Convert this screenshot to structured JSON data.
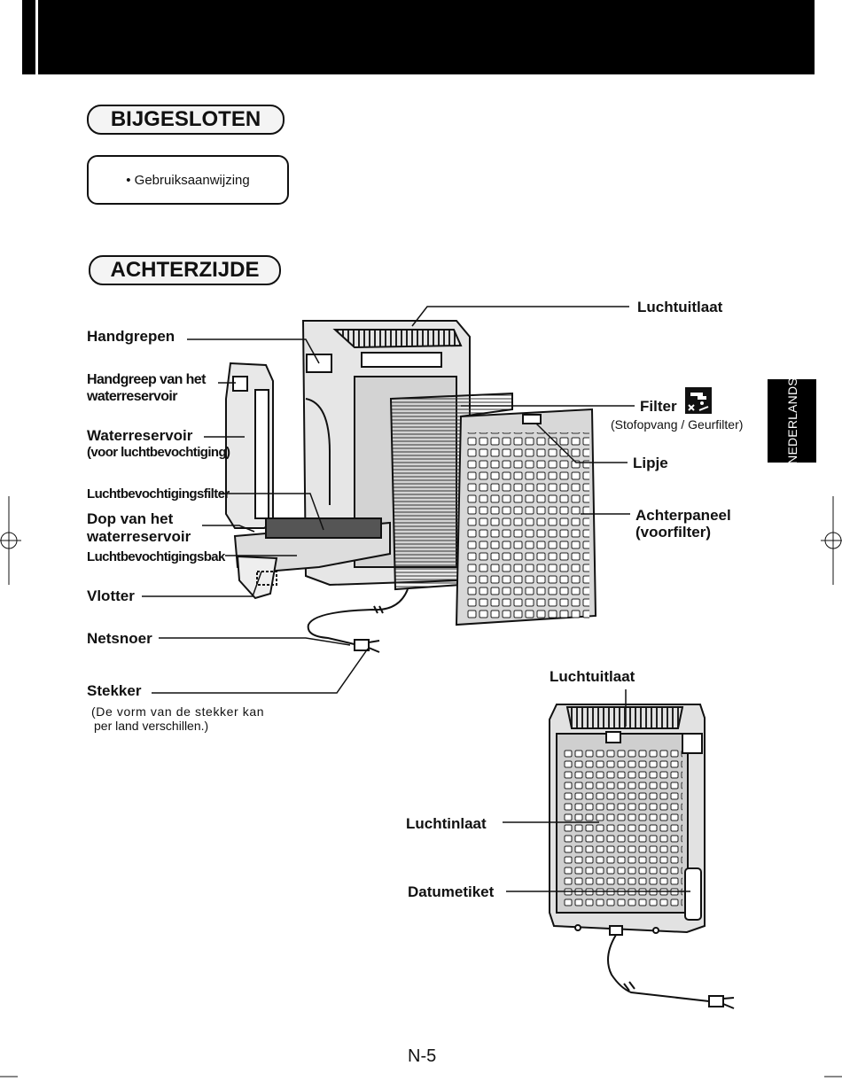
{
  "tab_label": "NEDERLANDS",
  "section_included": {
    "title": "BIJGESLOTEN",
    "items": [
      "• Gebruiksaanwijzing"
    ]
  },
  "section_back": {
    "title": "ACHTERZIJDE",
    "labels": {
      "handgrepen": "Handgrepen",
      "handgreep_reservoir_1": "Handgreep van het",
      "handgreep_reservoir_2": "waterreservoir",
      "waterreservoir": "Waterreservoir",
      "waterreservoir_note": "(voor luchtbevochtiging)",
      "bevochtigingsfilter": "Luchtbevochtigingsfilter",
      "dop_1": "Dop van het",
      "dop_2": "waterreservoir",
      "bevochtigingsbak": "Luchtbevochtigingsbak",
      "vlotter": "Vlotter",
      "netsnoer": "Netsnoer",
      "stekker": "Stekker",
      "stekker_note_1": "(De vorm van de stekker kan",
      "stekker_note_2": "per land verschillen.)",
      "luchtuitlaat_top": "Luchtuitlaat",
      "filter": "Filter",
      "filter_note": "(Stofopvang / Geurfilter)",
      "lipje": "Lipje",
      "achterpaneel_1": "Achterpaneel",
      "achterpaneel_2": "(voorfilter)",
      "luchtuitlaat_bottom": "Luchtuitlaat",
      "luchtinlaat": "Luchtinlaat",
      "datumetiket": "Datumetiket"
    }
  },
  "page_number": "N-5",
  "icons": [
    "wash-filter-icon",
    "registration-mark-icon"
  ]
}
